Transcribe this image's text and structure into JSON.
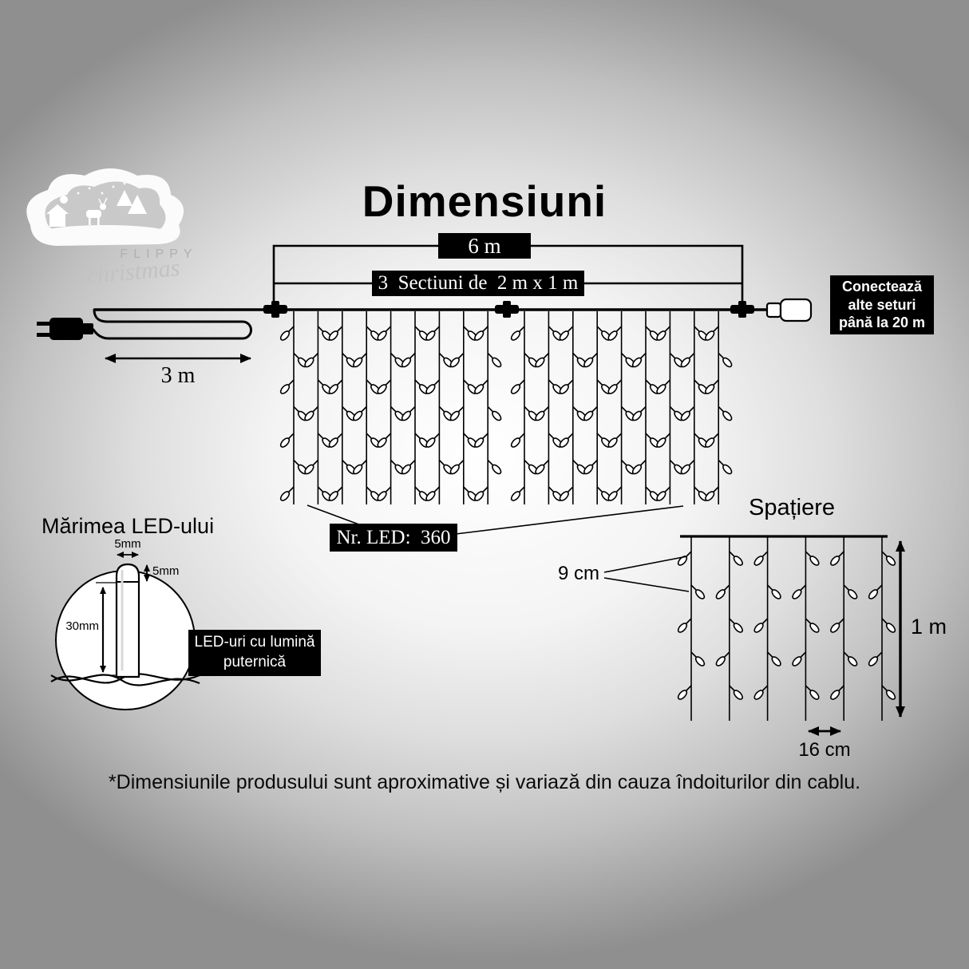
{
  "title": "Dimensiuni",
  "logo": {
    "brand": "FLIPPY",
    "sub": "christmas"
  },
  "dimensions": {
    "total_length": "6 m",
    "sections": "3  Sectiuni de  2 m x 1 m",
    "lead_length": "3 m",
    "led_count": "Nr. LED:  360",
    "connect_line1": "Conectează",
    "connect_line2": "alte seturi",
    "connect_line3": "până la 20 m"
  },
  "spacing": {
    "title": "Spațiere",
    "vertical_gap": "9 cm",
    "curtain_height": "1 m",
    "horizontal_gap": "16 cm"
  },
  "led_size": {
    "title": "Mărimea LED-ului",
    "bulb_width": "5mm",
    "cap_height": "5mm",
    "bulb_length": "30mm",
    "note_line1": "LED-uri cu lumină",
    "note_line2": "puternică"
  },
  "footnote": "*Dimensiunile produsului sunt aproximative și variază din cauza îndoiturilor din cablu.",
  "colors": {
    "label_bg": "#000000",
    "label_text": "#ffffff",
    "line": "#000000"
  }
}
